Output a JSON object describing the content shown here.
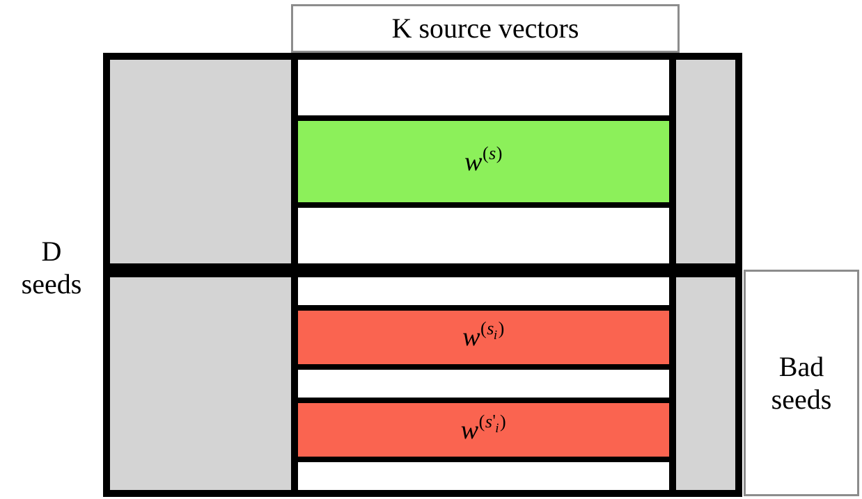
{
  "figure": {
    "kind": "matrix-schematic",
    "top_label": "K source vectors",
    "left_label_line1": "D",
    "left_label_line2": "seeds",
    "right_label_line1": "Bad",
    "right_label_line2": "seeds"
  },
  "colors": {
    "grid": "#000000",
    "annotation_border": "#8c8c8c",
    "gray_column": "#d4d4d4",
    "good_seed": "#8cf05a",
    "bad_seed": "#fa6450",
    "cell_background": "#ffffff"
  },
  "formulas": {
    "good": {
      "base": "w",
      "sup_open": "(",
      "sup_sym": "s",
      "sup_prime": "",
      "sup_sub": "",
      "sup_close": ")"
    },
    "bad_1": {
      "base": "w",
      "sup_open": "(",
      "sup_sym": "s",
      "sup_prime": "",
      "sup_sub": "i",
      "sup_close": ")"
    },
    "bad_2": {
      "base": "w",
      "sup_open": "(",
      "sup_sym": "s",
      "sup_prime": "'",
      "sup_sub": "i",
      "sup_close": ")"
    }
  },
  "blocks": {
    "upper": {
      "name": "good-seed-block",
      "rows": [
        {
          "fill": "white",
          "label": null
        },
        {
          "fill": "green",
          "label": "good"
        },
        {
          "fill": "white",
          "label": null
        }
      ]
    },
    "lower": {
      "name": "bad-seed-block",
      "rows": [
        {
          "fill": "white",
          "label": null
        },
        {
          "fill": "red",
          "label": "bad_1"
        },
        {
          "fill": "white",
          "label": null
        },
        {
          "fill": "red",
          "label": "bad_2"
        },
        {
          "fill": "white",
          "label": null
        }
      ]
    }
  }
}
